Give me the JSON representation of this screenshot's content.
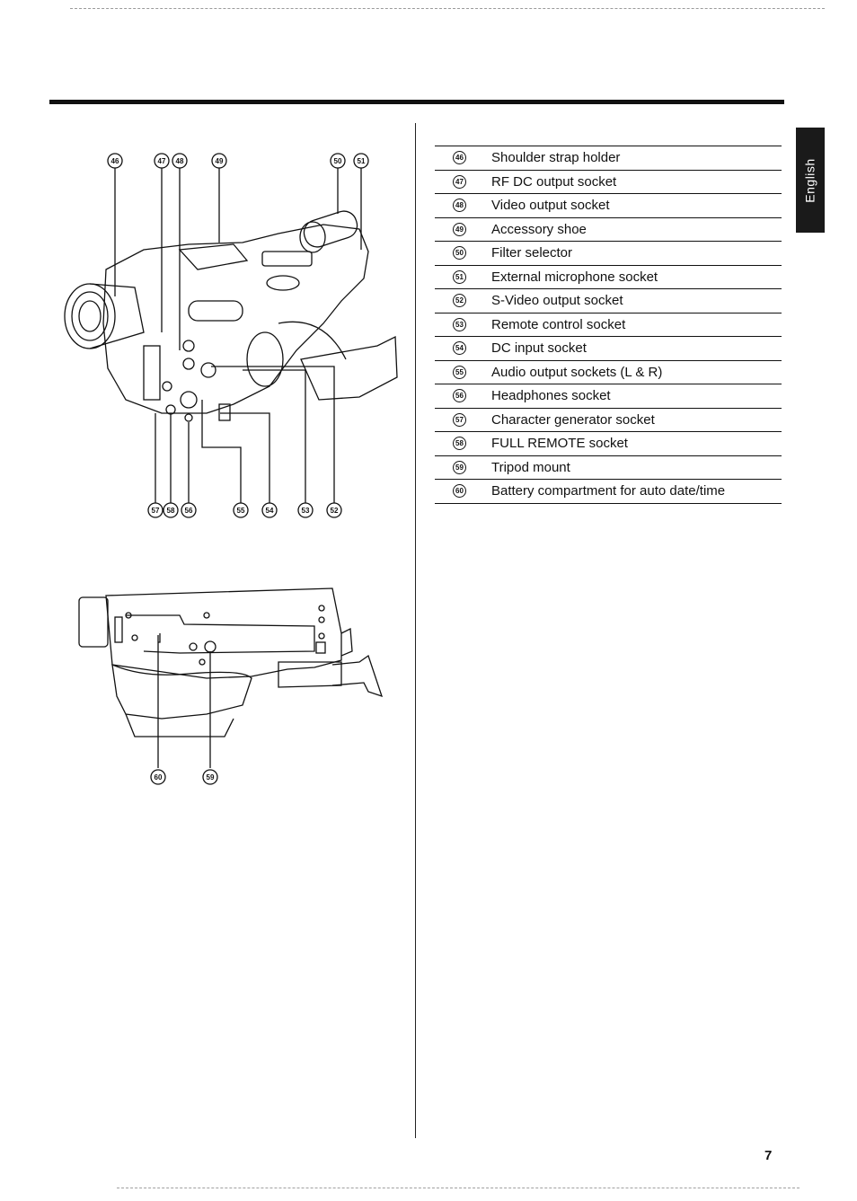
{
  "page": {
    "language_tab": "English",
    "page_number": "7"
  },
  "parts_list": [
    {
      "num": "46",
      "label": "Shoulder strap holder"
    },
    {
      "num": "47",
      "label": "RF DC output socket"
    },
    {
      "num": "48",
      "label": "Video output socket"
    },
    {
      "num": "49",
      "label": "Accessory shoe"
    },
    {
      "num": "50",
      "label": "Filter selector"
    },
    {
      "num": "51",
      "label": "External microphone socket"
    },
    {
      "num": "52",
      "label": "S-Video output socket"
    },
    {
      "num": "53",
      "label": "Remote control socket"
    },
    {
      "num": "54",
      "label": "DC input socket"
    },
    {
      "num": "55",
      "label": "Audio output sockets (L & R)"
    },
    {
      "num": "56",
      "label": "Headphones socket"
    },
    {
      "num": "57",
      "label": "Character generator socket"
    },
    {
      "num": "58",
      "label": "FULL REMOTE socket"
    },
    {
      "num": "59",
      "label": "Tripod mount"
    },
    {
      "num": "60",
      "label": "Battery compartment for auto date/time"
    }
  ],
  "figure_top_callouts": [
    "46",
    "47",
    "48",
    "49",
    "50",
    "51"
  ],
  "figure_top_bottom_callouts": [
    "57",
    "58",
    "56",
    "55",
    "54",
    "53",
    "52"
  ],
  "figure_bottom_callouts": [
    "60",
    "59"
  ],
  "colors": {
    "ink": "#111111",
    "tab_bg": "#1a1a1a",
    "tab_text": "#ffffff"
  }
}
